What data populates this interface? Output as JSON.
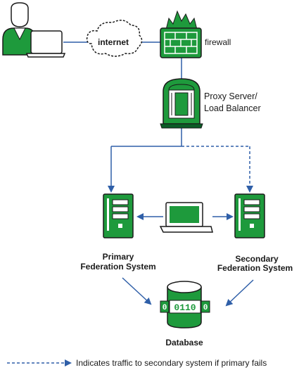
{
  "labels": {
    "internet": "internet",
    "firewall": "firewall",
    "proxy_line1": "Proxy Server/",
    "proxy_line2": "Load Balancer",
    "primary_line1": "Primary",
    "primary_line2": "Federation System",
    "secondary_line1": "Secondary",
    "secondary_line2": "Federation System",
    "database": "Database",
    "db_bits": "0110",
    "db_bit_left": "0",
    "db_bit_right": "0",
    "legend": "Indicates traffic to secondary system if primary fails"
  },
  "icons": {
    "user": "user-at-laptop-icon",
    "cloud": "cloud-icon",
    "firewall": "firewall-icon",
    "proxy": "load-balancer-icon",
    "server": "server-tower-icon",
    "workstation": "laptop-icon",
    "database": "database-cylinder-icon"
  },
  "colors": {
    "green": "#1e9a3c",
    "dark_green": "#0a5c26",
    "line_blue": "#2f5fa8",
    "outline": "#1a1a1a"
  }
}
